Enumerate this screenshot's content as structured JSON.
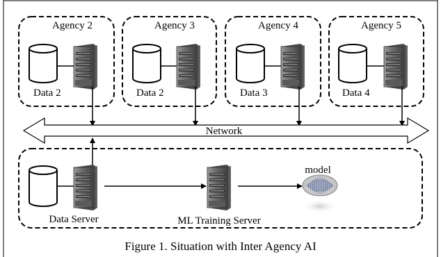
{
  "agencies": [
    {
      "title": "Agency 2",
      "data_label": "Data 2"
    },
    {
      "title": "Agency 3",
      "data_label": "Data 2"
    },
    {
      "title": "Agency 4",
      "data_label": "Data 3"
    },
    {
      "title": "Agency 5",
      "data_label": "Data 4"
    }
  ],
  "network": {
    "label": "Network"
  },
  "bottom": {
    "data_server_label": "Data Server",
    "ml_server_label": "ML Training Server",
    "model_label": "model"
  },
  "caption": "Figure 1. Situation with Inter Agency AI",
  "colors": {
    "server_dark": "#555555",
    "server_light": "#9a9a9a",
    "model_fill": "#c7c7c7",
    "model_wave": "#6f7fa3"
  }
}
